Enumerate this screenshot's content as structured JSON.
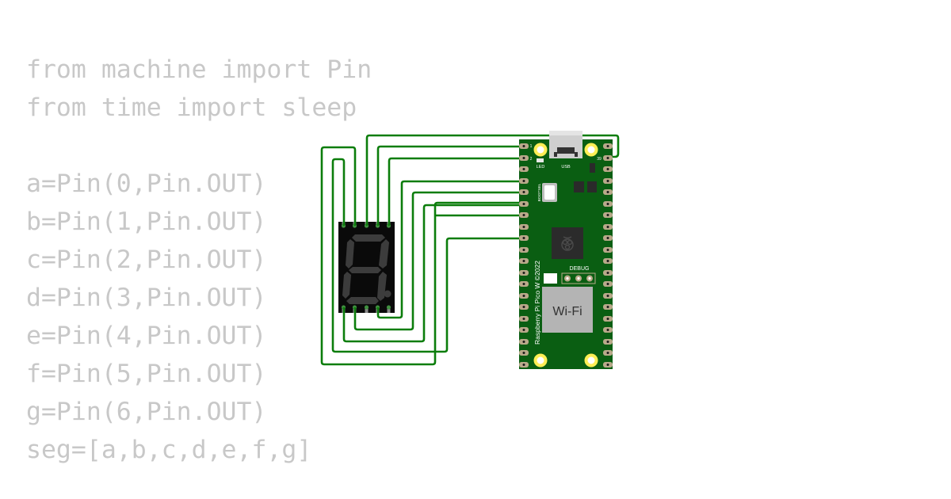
{
  "code": {
    "lines": [
      "from machine import Pin",
      "from time import sleep",
      "",
      "a=Pin(0,Pin.OUT)",
      "b=Pin(1,Pin.OUT)",
      "c=Pin(2,Pin.OUT)",
      "d=Pin(3,Pin.OUT)",
      "e=Pin(4,Pin.OUT)",
      "f=Pin(5,Pin.OUT)",
      "g=Pin(6,Pin.OUT)",
      "seg=[a,b,c,d,e,f,g]"
    ]
  },
  "board": {
    "name": "Raspberry Pi Pico W ©2022",
    "wifi_label": "Wi-Fi",
    "led_label": "LED",
    "usb_label": "USB",
    "bootsel_label": "BOOTSEL",
    "debug_label": "DEBUG",
    "pin_1": "1",
    "pin_2": "2",
    "pin_39": "39"
  },
  "colors": {
    "wire": "#0b7d0b",
    "pcb": "#0a5e12",
    "code_text": "#c8c8c8",
    "display_body": "#0a0a0a",
    "segment_lit": "#3a3a3a"
  }
}
